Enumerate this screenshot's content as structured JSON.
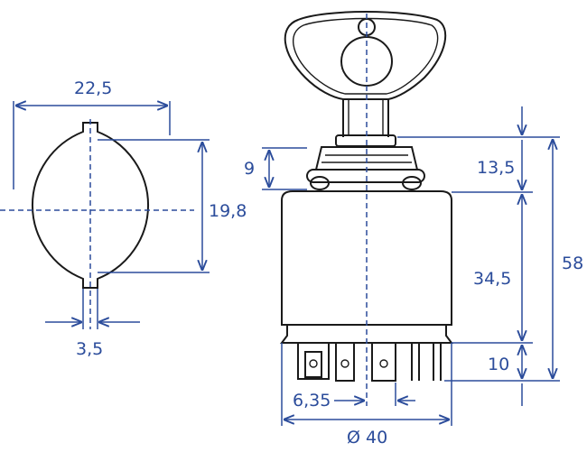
{
  "dimensions": {
    "cam_width": "22,5",
    "cam_height": "19,8",
    "slot_width": "3,5",
    "nut_height": "9",
    "top_height": "13,5",
    "body_height": "34,5",
    "total_height": "58",
    "terminal_height": "10",
    "terminal_pitch": "6,35",
    "body_diameter": "Ø 40"
  },
  "colors": {
    "dimension": "#2b4c9b",
    "outline": "#1a1a1a"
  }
}
